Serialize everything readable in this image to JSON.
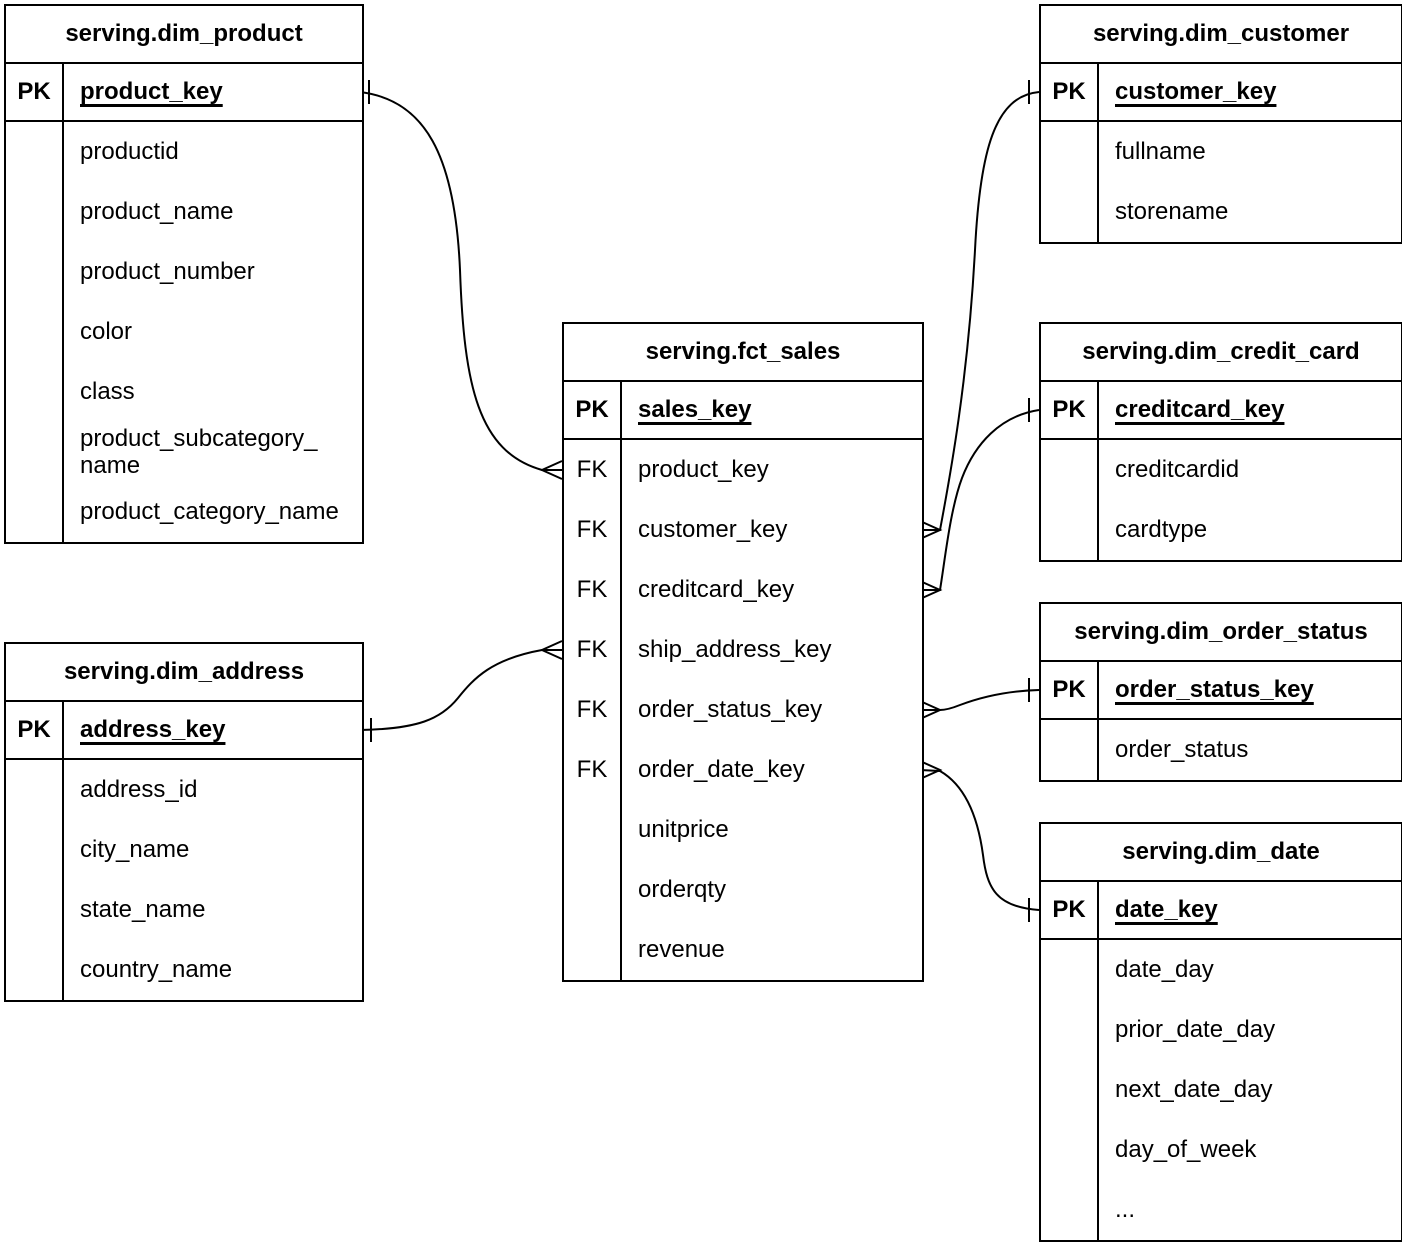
{
  "diagram": {
    "background_color": "#ffffff",
    "line_color": "#000000",
    "text_color": "#000000",
    "entities": [
      {
        "title": "serving.dim_product",
        "rows": [
          {
            "badge": "PK",
            "name": "product_key"
          },
          {
            "name": "productid"
          },
          {
            "name": "product_name"
          },
          {
            "name": "product_number"
          },
          {
            "name": "color"
          },
          {
            "name": "class"
          },
          {
            "name": "product_subcategory_name"
          },
          {
            "name": "product_category_name"
          }
        ]
      },
      {
        "title": "serving.dim_customer",
        "rows": [
          {
            "badge": "PK",
            "name": "customer_key"
          },
          {
            "name": "fullname"
          },
          {
            "name": "storename"
          }
        ]
      },
      {
        "title": "serving.fct_sales",
        "rows": [
          {
            "badge": "PK",
            "name": "sales_key"
          },
          {
            "badge": "FK",
            "name": "product_key"
          },
          {
            "badge": "FK",
            "name": "customer_key"
          },
          {
            "badge": "FK",
            "name": "creditcard_key"
          },
          {
            "badge": "FK",
            "name": "ship_address_key"
          },
          {
            "badge": "FK",
            "name": "order_status_key"
          },
          {
            "badge": "FK",
            "name": "order_date_key"
          },
          {
            "name": "unitprice"
          },
          {
            "name": "orderqty"
          },
          {
            "name": "revenue"
          }
        ]
      },
      {
        "title": "serving.dim_credit_card",
        "rows": [
          {
            "badge": "PK",
            "name": "creditcard_key"
          },
          {
            "name": "creditcardid"
          },
          {
            "name": "cardtype"
          }
        ]
      },
      {
        "title": "serving.dim_order_status",
        "rows": [
          {
            "badge": "PK",
            "name": "order_status_key"
          },
          {
            "name": "order_status"
          }
        ]
      },
      {
        "title": "serving.dim_date",
        "rows": [
          {
            "badge": "PK",
            "name": "date_key"
          },
          {
            "name": "date_day"
          },
          {
            "name": "prior_date_day"
          },
          {
            "name": "next_date_day"
          },
          {
            "name": "day_of_week"
          },
          {
            "name": "..."
          }
        ]
      },
      {
        "title": "serving.dim_address",
        "rows": [
          {
            "badge": "PK",
            "name": "address_key"
          },
          {
            "name": "address_id"
          },
          {
            "name": "city_name"
          },
          {
            "name": "state_name"
          },
          {
            "name": "country_name"
          }
        ]
      }
    ],
    "relationships": [
      {
        "from": "serving.fct_sales.product_key",
        "to": "serving.dim_product.product_key",
        "from_cardinality": "many",
        "to_cardinality": "one"
      },
      {
        "from": "serving.fct_sales.customer_key",
        "to": "serving.dim_customer.customer_key",
        "from_cardinality": "many",
        "to_cardinality": "one"
      },
      {
        "from": "serving.fct_sales.creditcard_key",
        "to": "serving.dim_credit_card.creditcard_key",
        "from_cardinality": "many",
        "to_cardinality": "one"
      },
      {
        "from": "serving.fct_sales.ship_address_key",
        "to": "serving.dim_address.address_key",
        "from_cardinality": "many",
        "to_cardinality": "one"
      },
      {
        "from": "serving.fct_sales.order_status_key",
        "to": "serving.dim_order_status.order_status_key",
        "from_cardinality": "many",
        "to_cardinality": "one"
      },
      {
        "from": "serving.fct_sales.order_date_key",
        "to": "serving.dim_date.date_key",
        "from_cardinality": "many",
        "to_cardinality": "one"
      }
    ]
  }
}
